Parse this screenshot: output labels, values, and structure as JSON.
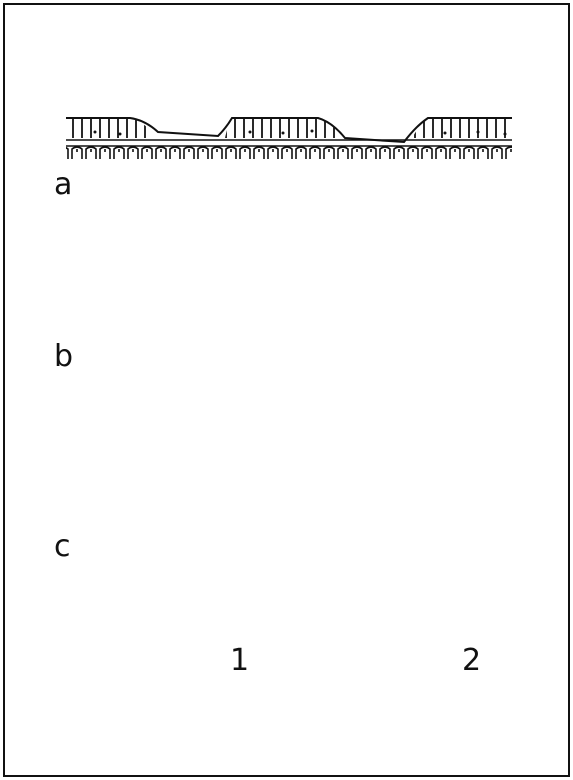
{
  "figure": {
    "panels": [
      {
        "id": "a",
        "label": "a"
      },
      {
        "id": "b",
        "label": "b"
      },
      {
        "id": "c",
        "label": "c"
      }
    ],
    "legend": [
      {
        "symbol": "dotted-box",
        "label": "1"
      },
      {
        "symbol": "vertical-hatched-box",
        "label": "2"
      }
    ],
    "colors": {
      "ink": "#111111",
      "background": "#ffffff"
    }
  }
}
